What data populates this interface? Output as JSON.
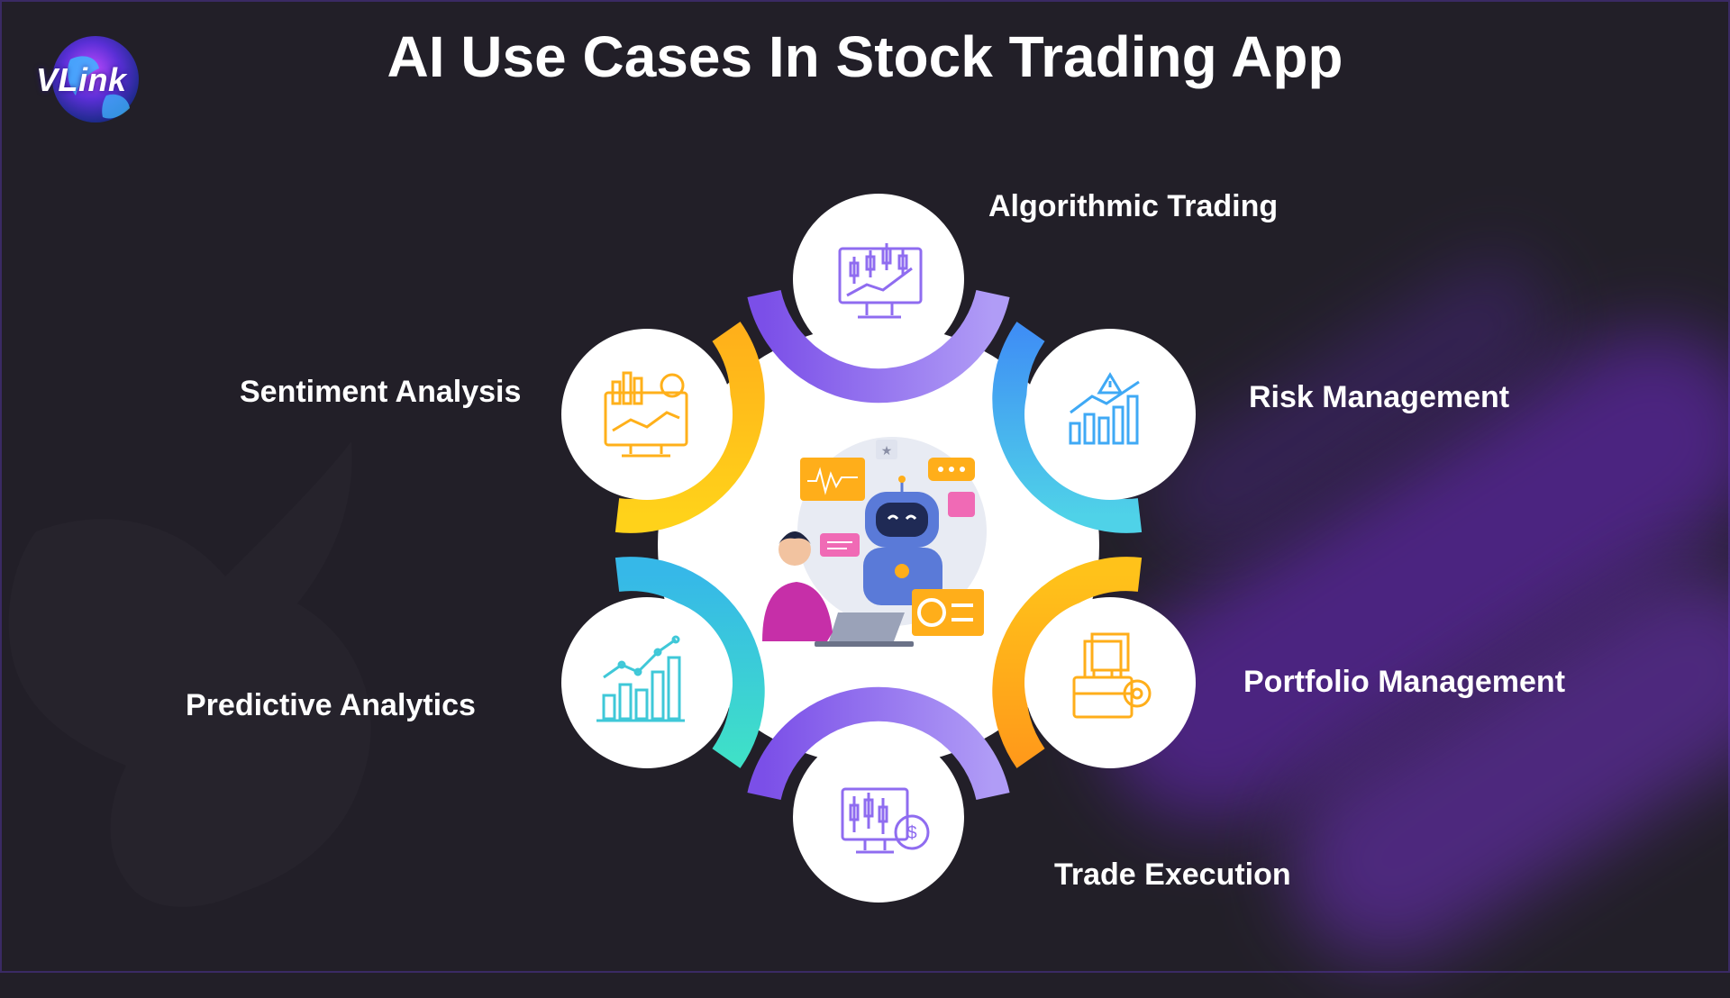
{
  "brand": {
    "logo_text": "VLink"
  },
  "title": "AI Use Cases In Stock Trading App",
  "center": {
    "illustration": "ai-robot-assistant-with-person-illustration"
  },
  "use_cases": [
    {
      "label": "Algorithmic Trading",
      "icon": "candlestick-monitor-icon",
      "accent": "#8f6cf0"
    },
    {
      "label": "Risk Management",
      "icon": "warning-bar-chart-icon",
      "accent": "#3fa9f5"
    },
    {
      "label": "Portfolio Management",
      "icon": "briefcase-gear-documents-icon",
      "accent": "#ffae1a"
    },
    {
      "label": "Trade Execution",
      "icon": "candlestick-dollar-gear-icon",
      "accent": "#8f6cf0"
    },
    {
      "label": "Predictive Analytics",
      "icon": "growth-bar-chart-icon",
      "accent": "#3fd6d0"
    },
    {
      "label": "Sentiment Analysis",
      "icon": "analytics-dashboard-monitor-icon",
      "accent": "#ffc414"
    }
  ],
  "colors": {
    "background": "#221f28",
    "purple": "#8f6cf0",
    "blue": "#3fa9f5",
    "orange": "#ffae1a",
    "teal": "#3fd6d0",
    "yellow": "#ffc414",
    "circle": "#ffffff"
  }
}
